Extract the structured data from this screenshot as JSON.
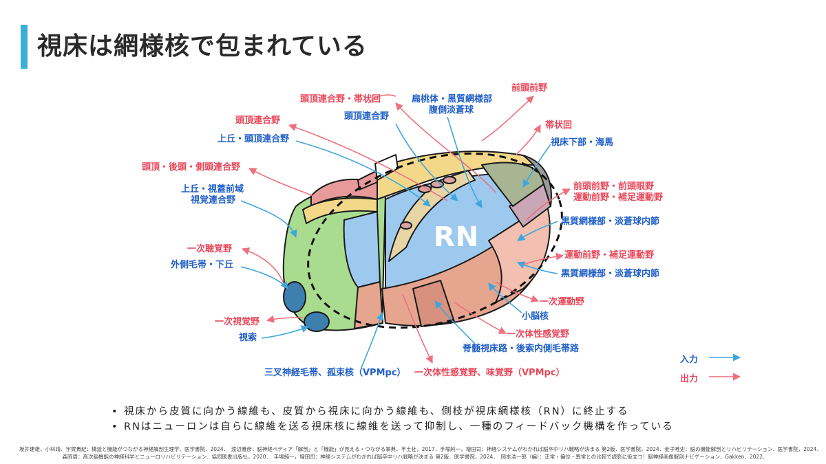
{
  "title": "視床は網様核で包まれている",
  "center_label": "RN",
  "labels": {
    "parietal_cingulate": "頭頂連合野・帯状回",
    "amygdala_sn": "扁桃体・黒質網様部",
    "ventral_pallidum": "腹側淡蒼球",
    "prefrontal": "前頭前野",
    "parietal_assoc_in": "頭頂連合野",
    "cingulate": "帯状回",
    "parietal_assoc_out": "頭頂連合野",
    "hypothalamus": "視床下部・海馬",
    "sc_parietal": "上丘・頭頂連合野",
    "par_occ_temp": "頭頂・後頭・側頭連合野",
    "prefrontal_fef_1": "前頭前野・前頭眼野",
    "prefrontal_fef_2": "運動前野・補足運動野",
    "sc_pretectal_1": "上丘・視蓋前域",
    "sc_pretectal_2": "視覚連合野",
    "snr_gpi_1": "黒質網様部・淡蒼球内節",
    "primary_auditory": "一次聴覚野",
    "lateral_lemniscus": "外側毛帯・下丘",
    "motor_premotor": "運動前野・補足運動野",
    "snr_gpi_2": "黒質網様部・淡蒼球内節",
    "primary_motor": "一次運動野",
    "cerebellar_nuclei": "小脳核",
    "primary_visual": "一次視覚野",
    "primary_somatosensory": "一次体性感覚野",
    "optic_tract": "視索",
    "spinothalamic": "脊髄視床路・後索内側毛帯路",
    "trigeminal": "三叉神経毛帯、孤束核（VPMpc）",
    "somatosensory_taste": "一次体性感覚野、味覚野（VPMpc）"
  },
  "legend": {
    "input": "入力",
    "output": "出力",
    "input_color": "#3fa6dc",
    "output_color": "#ee6f7d"
  },
  "bullets": [
    "視床から皮質に向かう線維も、皮質から視床に向かう線維も、側枝が視床網様核（RN）に終止する",
    "RNはニューロンは自らに線維を送る視床核に線維を送って抑制し、一種のフィードバック機構を作っている"
  ],
  "references": [
    "坂井建雄、小林靖、宇賀貴紀：構造と機能がつながる神経解剖生理学、医学書院、2024．　渡辺雅彦：脳神経ペディア「解剖」と「機能」が見える・つながる事典．羊土社，2017．手塚純一，増田司：神経システムがわかれば脳卒中リハ戦略が決まる 第2版．医学書院，2024．金子唯史：脳の機能解剖とリハビリテーション．医学書院，2024．",
    "森岡周：高次脳機能の神経科学とニューロリハビリテーション．協同医書出版社，2020．　手塚純一，増田司：神経システムがわかれば脳卒中リハ戦略が決まる 第2版．医学書院，2024．　岡本浩一郎（編）：正常・偏位・異常との比較で読影に役立つ！脳神経画像解剖ナビゲーション．Gakken．2022．"
  ]
}
